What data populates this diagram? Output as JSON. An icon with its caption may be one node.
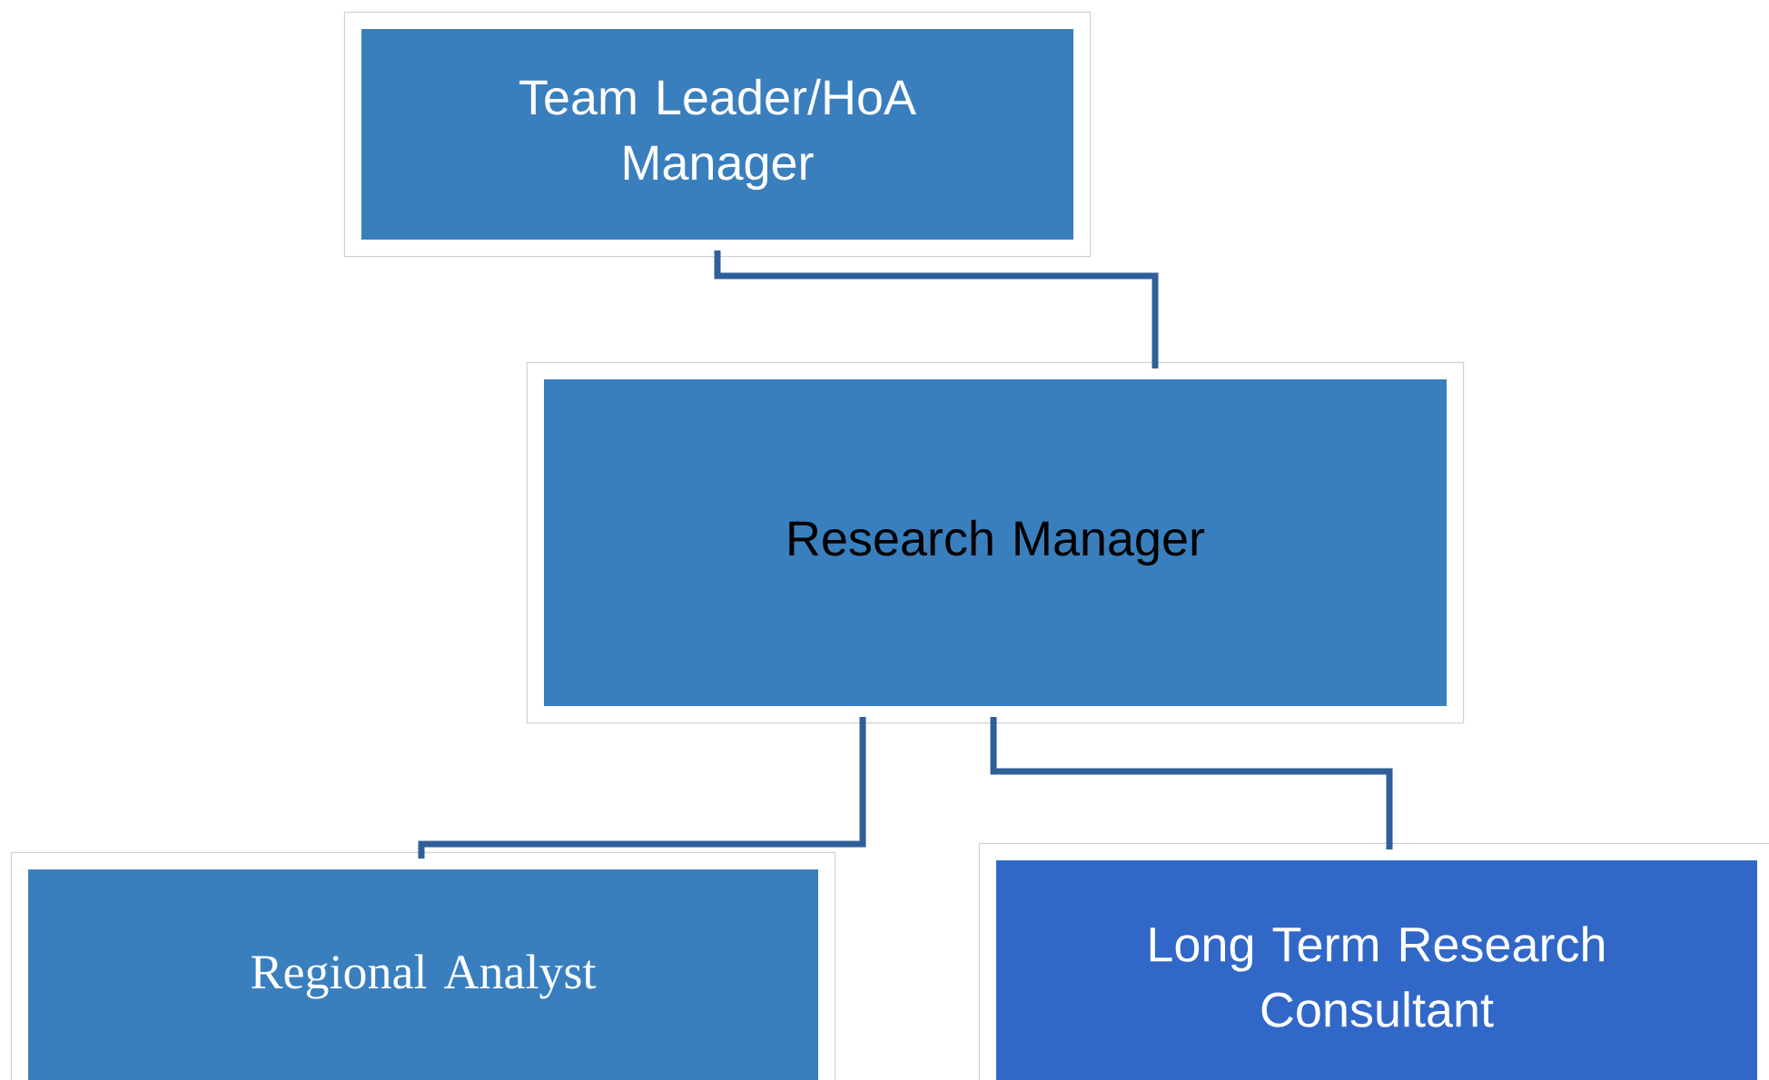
{
  "diagram": {
    "nodes": [
      {
        "text": [
          "Team Leader/HoA Manager"
        ]
      },
      {
        "text": [
          "Research Manager"
        ]
      },
      {
        "text": [
          "Regional Analyst"
        ]
      },
      {
        "text": [
          "Long Term Research Consultant"
        ]
      }
    ],
    "edges": [
      {
        "from": 0,
        "to": 1,
        "arrow": "none"
      },
      {
        "from": 1,
        "to": 2,
        "arrow": "none"
      },
      {
        "from": 1,
        "to": 3,
        "arrow": "none"
      }
    ]
  }
}
